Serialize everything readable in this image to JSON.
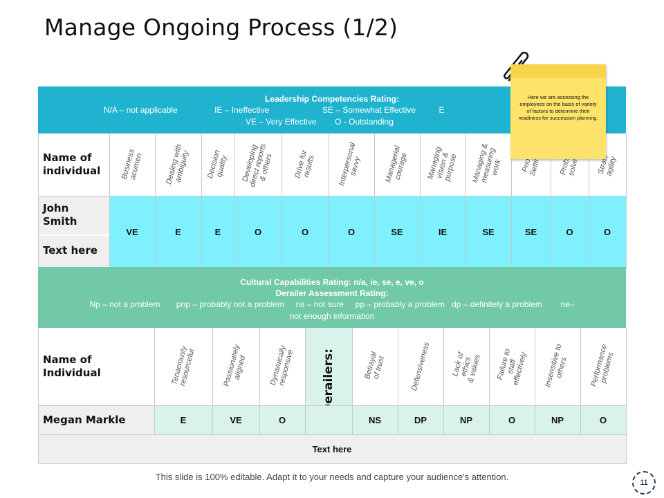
{
  "title": "Manage Ongoing Process (1/2)",
  "leadership_header": {
    "heading": "Leadership Competencies Rating:",
    "line1": "N/A – not applicable                IE – Ineffective                       SE – Somewhat Effective          E",
    "line2": "VE – Very Effective        O - Outstanding"
  },
  "table1": {
    "name_header": "Name of individual",
    "competencies": [
      "Business\nacumen",
      "Dealing with\nambiguity",
      "Decision\nquality",
      "Developing\ndirect reports\n& others",
      "Drive for\nresults",
      "Interpersonal\nsavvy",
      "Managerial\ncourage",
      "Managing\nvision &\npurpose",
      "Managing &\nmeasuring\nwork",
      "Prior\nSettin",
      "Proble\nsolvin",
      "Strate\nagility"
    ],
    "person_name": "John Smith",
    "second_row_label": "Text here",
    "ratings": [
      "VE",
      "E",
      "E",
      "O",
      "O",
      "O",
      "SE",
      "IE",
      "SE",
      "SE",
      "O",
      "O"
    ]
  },
  "cultural_header": {
    "line1": "Cultural Capabilities Rating: n/a, ie, se, e, ve, o",
    "line2": "Derailer Assessment Rating:",
    "line3": "Np – not a problem       pnp – probably not a problem     ns – not sure     pp – probably a problem   dp – definitely a problem        ne–",
    "line4": "not enough information"
  },
  "table2": {
    "name_header": "Name of Individual",
    "capabilities": [
      "Tenaciously\nresourceful",
      "Passionately\naligned",
      "Dynamically\nresponsive"
    ],
    "derailers_label": "Derailers:",
    "derailers": [
      "Betrayal\nof trust",
      "Defensiveness",
      "Lack of ethics\n& values",
      "Failure to staff\neffectively",
      "Insensitive to\nothers",
      "Performance\nproblems"
    ],
    "person_name": "Megan Markle",
    "capability_ratings": [
      "E",
      "VE",
      "O"
    ],
    "derailer_ratings": [
      "NS",
      "DP",
      "NP",
      "O",
      "NP",
      "O"
    ],
    "footer_row": "Text here"
  },
  "sticky_note": "Here we are assessing the employees on the basis of variety of factors to determine their readiness for succession planning.",
  "footer_text": "This slide is 100% editable. Adapt it to your needs and capture your audience's attention.",
  "page_number": "11",
  "colors": {
    "leadership_band": "#1fb3d0",
    "rating_row": "#7ef0ff",
    "cultural_band": "#71c9a8",
    "derailer_row": "#d9f2ec",
    "sticky_note": "#fde36a"
  }
}
